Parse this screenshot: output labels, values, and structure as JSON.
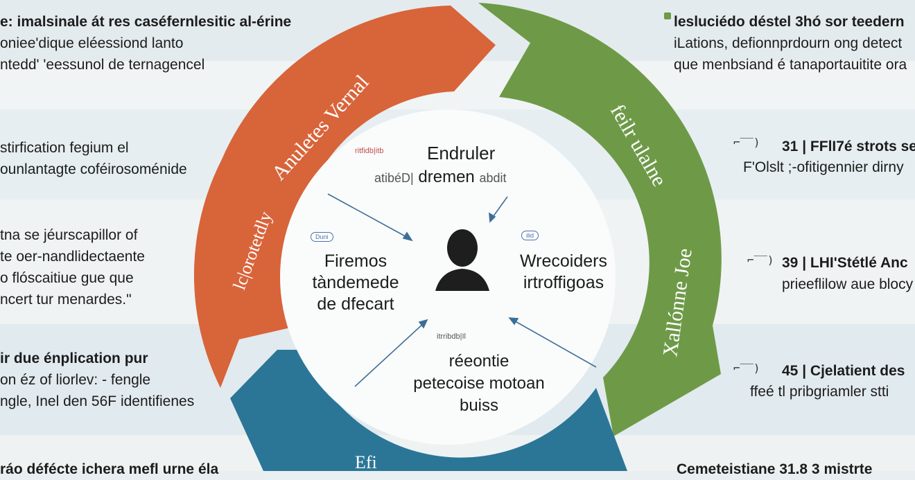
{
  "colors": {
    "orange": "#d8643a",
    "green": "#6e9a48",
    "blue": "#2b7697",
    "band_light": "#eef2f3",
    "band_blue": "#d7e4e9"
  },
  "left_blocks": [
    {
      "lines": [
        "e: imalsinale át res caséfernlesitic al-érine",
        "oniee'dique eléessiond lanto",
        "ntedd' 'eessunol de ternagencel"
      ]
    },
    {
      "lines": [
        "stirfication fegium el",
        "ounlantagte coféirosoménide"
      ]
    },
    {
      "lines": [
        "tna se jéurscapillor of",
        "te oer-nandlidectaente",
        "o flóscaitiue gue que",
        "ncert tur menardes.\""
      ]
    },
    {
      "lines": [
        "ir due énplication pur",
        "on éz of liorlev: - fengle",
        "ngle, Inel den 56F identifienes"
      ]
    },
    {
      "lines": [
        "ráo défécte ichera mefl urne éla"
      ]
    }
  ],
  "right_blocks": [
    {
      "lines": [
        "lesluciédo déstel 3hó sor teedern",
        "iLations, defionnprdourn ong detect",
        "que menbsiand é tanaportauitite ora"
      ]
    },
    {
      "num": "31",
      "lines": [
        "| FFlI7é strots se",
        "F'Olslt ;-ofitigennier dirny"
      ]
    },
    {
      "num": "39",
      "lines": [
        "| LHI'Stétlé Anc",
        "prieeflilow aue blocy"
      ]
    },
    {
      "num": "45",
      "lines": [
        "| Cjelatient des",
        "ffeé tl pribgriamler stti"
      ]
    },
    {
      "lines": [
        "Cemeteistiane 31.8 3 mistrte"
      ]
    }
  ],
  "arcs": {
    "orange_label": "Anuletes Vernal",
    "orange_label_2": "lc|orotetdly",
    "green_label": "Xallónne Joe",
    "green_label_2": "feilr ulalne",
    "blue_label": "Efi"
  },
  "center": {
    "top": {
      "note": "ritfidb|itb",
      "title": "Endruler",
      "subtitle_left": "atibéD|",
      "subtitle_main": "dremen",
      "subtitle_right": "abdit"
    },
    "left": {
      "badge": "Duni",
      "lines": [
        "Firemos",
        "tàndemede",
        "de dfecart"
      ]
    },
    "right": {
      "badge": "ilid",
      "lines": [
        "Wrecoiders",
        "irtroffigoas"
      ]
    },
    "bottom": {
      "note": "itrribdb|Il",
      "lines": [
        "réeontie",
        "petecoise motoan",
        "buiss"
      ]
    }
  }
}
